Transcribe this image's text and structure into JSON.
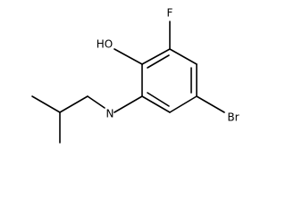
{
  "molecule": {
    "atom_labels": {
      "hydroxyl": "HO",
      "fluorine": "F",
      "bromine": "Br",
      "amine_nitrogen": "N"
    }
  }
}
